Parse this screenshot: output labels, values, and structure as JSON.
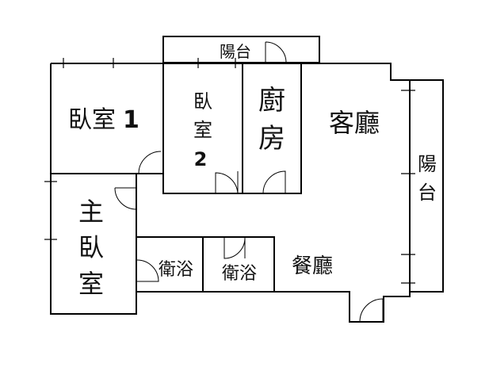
{
  "rooms": {
    "balcony_top": "陽台",
    "bedroom1": "臥室",
    "bedroom1_num": "1",
    "bedroom2_line1": "臥",
    "bedroom2_line2": "室",
    "bedroom2_num": "2",
    "kitchen_line1": "廚",
    "kitchen_line2": "房",
    "living": "客廳",
    "balcony_right_line1": "陽",
    "balcony_right_line2": "台",
    "master_line1": "主",
    "master_line2": "臥",
    "master_line3": "室",
    "bath1": "衛浴",
    "bath2": "衛浴",
    "dining": "餐廳"
  }
}
